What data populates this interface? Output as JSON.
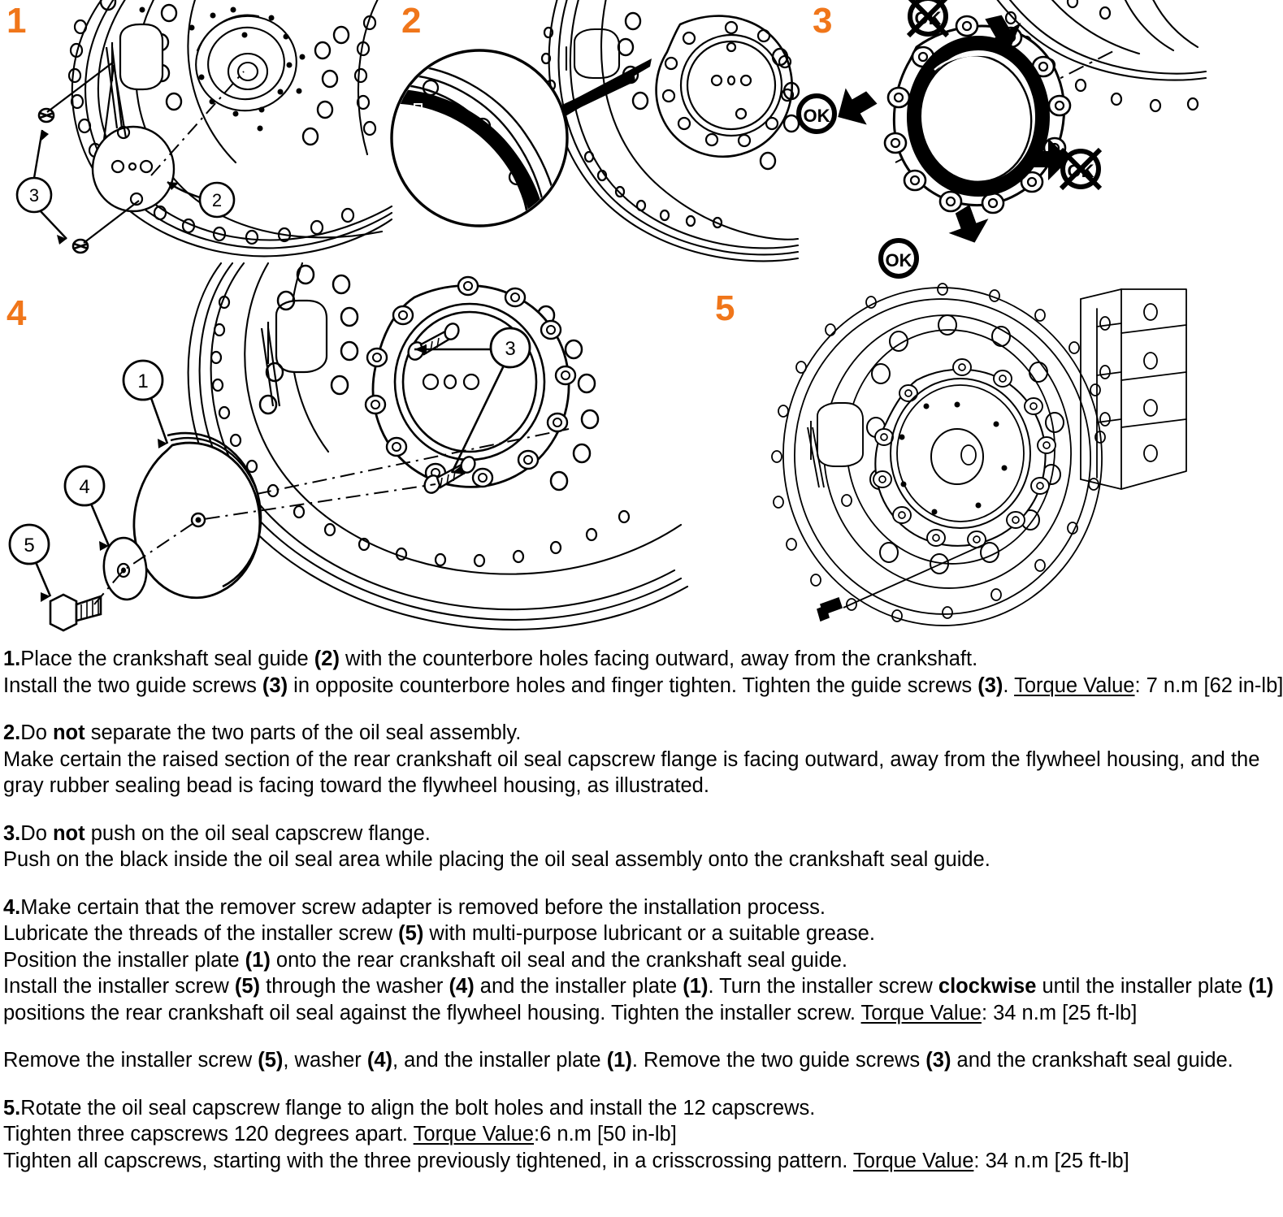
{
  "document": {
    "kind": "service-procedure-illustrated-steps",
    "accent_color": "#F0761A",
    "ink_color": "#000000",
    "background": "#FFFFFF"
  },
  "figures": {
    "panels": [
      {
        "number": "1",
        "name": "panel-1-seal-guide-install",
        "caption_ref": "Crankshaft seal guide (2) positioned on crankshaft with guide screws (3)",
        "callouts": [
          {
            "id": "2",
            "label": "2",
            "meaning": "crankshaft seal guide"
          },
          {
            "id": "3",
            "label": "3",
            "meaning": "guide screw"
          }
        ]
      },
      {
        "number": "2",
        "name": "panel-2-oil-seal-orientation-detail",
        "caption_ref": "Magnified detail of oil seal capscrew flange and gray rubber sealing bead",
        "callouts": []
      },
      {
        "number": "3",
        "name": "panel-3-push-location",
        "caption_ref": "Push on black inside of oil seal, not on the capscrew flange",
        "callouts": [],
        "markers": [
          {
            "type": "ok",
            "label": "OK",
            "position": "left"
          },
          {
            "type": "ok",
            "label": "OK",
            "position": "bottom"
          },
          {
            "type": "not-ok",
            "label": "OK",
            "position": "top"
          },
          {
            "type": "not-ok",
            "label": "OK",
            "position": "right"
          }
        ]
      },
      {
        "number": "4",
        "name": "panel-4-installer-assembly",
        "caption_ref": "Installer plate (1), washer (4) and installer screw (5) with guide screws (3)",
        "callouts": [
          {
            "id": "1",
            "label": "1",
            "meaning": "installer plate"
          },
          {
            "id": "3",
            "label": "3",
            "meaning": "guide screw"
          },
          {
            "id": "4",
            "label": "4",
            "meaning": "washer"
          },
          {
            "id": "5",
            "label": "5",
            "meaning": "installer screw"
          }
        ]
      },
      {
        "number": "5",
        "name": "panel-5-capscrew-installation",
        "caption_ref": "Oil seal capscrew flange aligned to bolt holes on flywheel housing",
        "callouts": []
      }
    ]
  },
  "instructions": {
    "steps": [
      {
        "number": "1.",
        "name": "step-1",
        "lines": [
          [
            {
              "t": "1.",
              "style": "bold"
            },
            {
              "t": "Place the crankshaft seal guide ",
              "style": "normal"
            },
            {
              "t": "(2)",
              "style": "bold"
            },
            {
              "t": " with the counterbore holes facing outward, away from the crankshaft.",
              "style": "normal"
            }
          ],
          [
            {
              "t": "Install the two guide screws ",
              "style": "normal"
            },
            {
              "t": "(3)",
              "style": "bold"
            },
            {
              "t": " in opposite counterbore holes and finger tighten. Tighten the guide screws ",
              "style": "normal"
            },
            {
              "t": "(3)",
              "style": "bold"
            },
            {
              "t": ". ",
              "style": "normal"
            },
            {
              "t": "Torque Value",
              "style": "underline"
            },
            {
              "t": ": 7 n.m [62 in-lb]",
              "style": "normal"
            }
          ]
        ]
      },
      {
        "number": "2.",
        "name": "step-2",
        "lines": [
          [
            {
              "t": "2.",
              "style": "bold"
            },
            {
              "t": "Do ",
              "style": "normal"
            },
            {
              "t": "not",
              "style": "bold"
            },
            {
              "t": " separate the two parts of the oil seal assembly.",
              "style": "normal"
            }
          ],
          [
            {
              "t": "Make certain the raised section of the rear crankshaft oil seal capscrew flange is facing outward, away from the flywheel housing, and the",
              "style": "normal"
            }
          ],
          [
            {
              "t": "gray rubber sealing bead is facing toward the flywheel housing, as illustrated.",
              "style": "normal"
            }
          ]
        ]
      },
      {
        "number": "3.",
        "name": "step-3",
        "lines": [
          [
            {
              "t": "3.",
              "style": "bold"
            },
            {
              "t": "Do ",
              "style": "normal"
            },
            {
              "t": "not",
              "style": "bold"
            },
            {
              "t": " push on the oil seal capscrew flange.",
              "style": "normal"
            }
          ],
          [
            {
              "t": "Push on the black inside the oil seal area while placing the oil seal assembly onto the crankshaft seal guide.",
              "style": "normal"
            }
          ]
        ]
      },
      {
        "number": "4.",
        "name": "step-4",
        "lines": [
          [
            {
              "t": "4.",
              "style": "bold"
            },
            {
              "t": "Make certain that the remover screw adapter is removed before the installation process.",
              "style": "normal"
            }
          ],
          [
            {
              "t": "Lubricate the threads of the installer screw ",
              "style": "normal"
            },
            {
              "t": "(5)",
              "style": "bold"
            },
            {
              "t": " with multi-purpose lubricant or a suitable grease.",
              "style": "normal"
            }
          ],
          [
            {
              "t": "Position the installer plate ",
              "style": "normal"
            },
            {
              "t": "(1)",
              "style": "bold"
            },
            {
              "t": " onto the rear crankshaft oil seal and the crankshaft seal guide.",
              "style": "normal"
            }
          ],
          [
            {
              "t": "Install the installer screw ",
              "style": "normal"
            },
            {
              "t": "(5)",
              "style": "bold"
            },
            {
              "t": " through the washer ",
              "style": "normal"
            },
            {
              "t": "(4)",
              "style": "bold"
            },
            {
              "t": " and the installer plate ",
              "style": "normal"
            },
            {
              "t": "(1)",
              "style": "bold"
            },
            {
              "t": ". Turn the installer screw ",
              "style": "normal"
            },
            {
              "t": "clockwise",
              "style": "bold"
            },
            {
              "t": " until the installer plate ",
              "style": "normal"
            },
            {
              "t": "(1)",
              "style": "bold"
            }
          ],
          [
            {
              "t": "positions the rear crankshaft oil seal against the flywheel housing. Tighten the installer screw. ",
              "style": "normal"
            },
            {
              "t": "Torque Value",
              "style": "underline"
            },
            {
              "t": ": 34 n.m [25 ft-lb]",
              "style": "normal"
            }
          ]
        ]
      },
      {
        "number": "",
        "name": "step-4-removal-note",
        "lines": [
          [
            {
              "t": "Remove the installer screw ",
              "style": "normal"
            },
            {
              "t": "(5)",
              "style": "bold"
            },
            {
              "t": ", washer ",
              "style": "normal"
            },
            {
              "t": "(4)",
              "style": "bold"
            },
            {
              "t": ", and the installer plate ",
              "style": "normal"
            },
            {
              "t": "(1)",
              "style": "bold"
            },
            {
              "t": ". Remove the two guide screws ",
              "style": "normal"
            },
            {
              "t": "(3)",
              "style": "bold"
            },
            {
              "t": " and the crankshaft seal guide.",
              "style": "normal"
            }
          ]
        ]
      },
      {
        "number": "5.",
        "name": "step-5",
        "lines": [
          [
            {
              "t": "5.",
              "style": "bold"
            },
            {
              "t": "Rotate the oil seal capscrew flange to align the bolt holes and install the 12 capscrews.",
              "style": "normal"
            }
          ],
          [
            {
              "t": "Tighten three capscrews 120 degrees apart.  ",
              "style": "normal"
            },
            {
              "t": "Torque Value",
              "style": "underline"
            },
            {
              "t": ":6 n.m [50 in-lb]",
              "style": "normal"
            }
          ],
          [
            {
              "t": "Tighten all capscrews, starting with the three previously tightened, in a crisscrossing pattern. ",
              "style": "normal"
            },
            {
              "t": "Torque Value",
              "style": "underline"
            },
            {
              "t": ": 34 n.m [25 ft-lb]",
              "style": "normal"
            }
          ]
        ]
      }
    ]
  }
}
